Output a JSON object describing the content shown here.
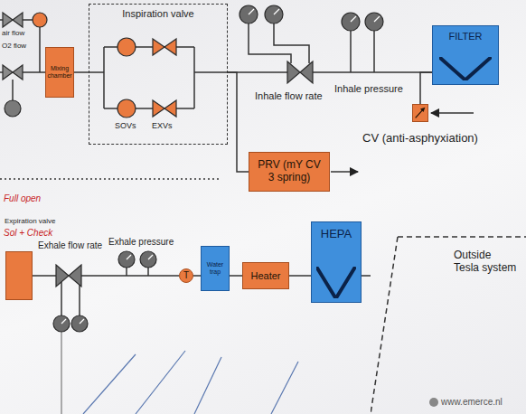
{
  "diagram": {
    "nodes": [
      {
        "text": [
          "Mixing chamber"
        ]
      },
      {
        "text": [
          "Inspiration valve"
        ]
      },
      {
        "text": [
          "FILTER"
        ]
      },
      {
        "text": [
          "PRV (mY CV 3 spring)"
        ]
      },
      {
        "text": [
          "CV (anti-asphyxiation)"
        ]
      },
      {
        "text": [
          "Expiration valve"
        ]
      },
      {
        "text": [
          "T"
        ]
      },
      {
        "text": [
          "Water trap"
        ]
      },
      {
        "text": [
          "Heater"
        ]
      },
      {
        "text": [
          "HEPA"
        ]
      },
      {
        "text": [
          "Outside Tesla system"
        ]
      }
    ],
    "edges": [
      {
        "from": 0,
        "to": 1,
        "arrow": "none"
      },
      {
        "from": 1,
        "to": 2,
        "arrow": "none"
      },
      {
        "from": 1,
        "to": 3,
        "arrow": "none"
      },
      {
        "from": 4,
        "to": 2,
        "arrow": "none"
      },
      {
        "from": 5,
        "to": 6,
        "arrow": "none"
      },
      {
        "from": 6,
        "to": 7,
        "arrow": "none"
      },
      {
        "from": 7,
        "to": 8,
        "arrow": "none"
      },
      {
        "from": 8,
        "to": 9,
        "arrow": "none"
      },
      {
        "from": 9,
        "to": 10,
        "arrow": "none"
      }
    ],
    "labels": [
      "air flow",
      "O2 flow",
      "SOVs",
      "EXVs",
      "Inhale flow rate",
      "Inhale pressure",
      "Full open",
      "Sol + Check",
      "Exhale flow rate",
      "Exhale pressure",
      "www.emerce.nl"
    ]
  }
}
